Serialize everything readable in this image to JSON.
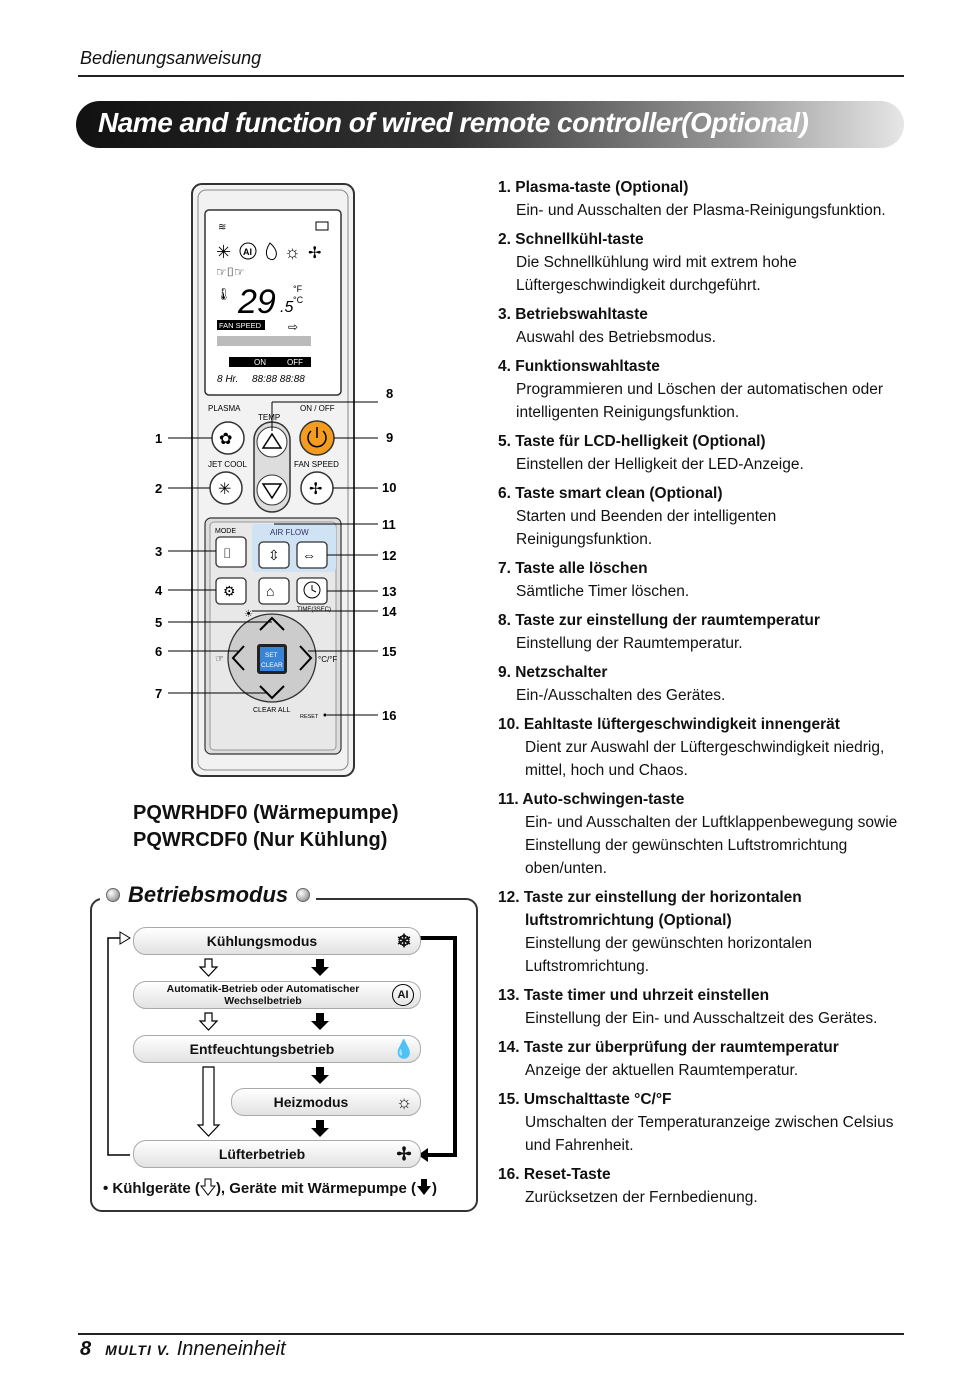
{
  "header": {
    "label": "Bedienungsanweisung"
  },
  "title": "Name and function of wired remote controller(Optional)",
  "remote": {
    "lcd": {
      "temp": "29",
      "temp_decimal": ".5",
      "unit_f": "°F",
      "unit_c": "°C",
      "fan_speed": "FAN SPEED",
      "on": "ON",
      "off": "OFF",
      "timer_text": "8 Hr.",
      "timer_digits": "88:88 88:88"
    },
    "labels": {
      "plasma": "PLASMA",
      "temp": "TEMP",
      "on_off": "ON / OFF",
      "jet_cool": "JET COOL",
      "fan_speed": "FAN SPEED",
      "mode": "MODE",
      "air_flow": "AIR FLOW",
      "time_sec": "TIME(3SEC)",
      "set": "SET",
      "clear": "CLEAR",
      "clear_all": "CLEAR ALL",
      "reset": "RESET"
    },
    "callouts": [
      "1",
      "2",
      "3",
      "4",
      "5",
      "6",
      "7",
      "8",
      "9",
      "10",
      "11",
      "12",
      "13",
      "14",
      "15",
      "16"
    ]
  },
  "models": [
    "PQWRHDF0 (Wärmepumpe)",
    "PQWRCDF0 (Nur Kühlung)"
  ],
  "modes": {
    "title": "Betriebsmodus",
    "items": [
      {
        "label": "Kühlungsmodus",
        "icon": "snowflake-icon"
      },
      {
        "label": "Automatik-Betrieb oder Automatischer Wechselbetrieb",
        "icon": "ai-icon"
      },
      {
        "label": "Entfeuchtungsbetrieb",
        "icon": "droplet-icon"
      },
      {
        "label": "Heizmodus",
        "icon": "sun-icon"
      },
      {
        "label": "Lüfterbetrieb",
        "icon": "fan-icon"
      }
    ],
    "note_prefix": "• Kühlgeräte (",
    "note_mid": "), Geräte mit Wärmepumpe (",
    "note_suffix": ")"
  },
  "functions": [
    {
      "h": "1. Plasma-taste (Optional)",
      "d": "Ein- und Ausschalten der Plasma-Reinigungsfunktion."
    },
    {
      "h": "2. Schnellkühl-taste",
      "d": "Die Schnellkühlung wird mit extrem hohe Lüftergeschwindigkeit durchgeführt."
    },
    {
      "h": "3. Betriebswahltaste",
      "d": "Auswahl des Betriebsmodus."
    },
    {
      "h": "4. Funktionswahltaste",
      "d": "Programmieren und Löschen der automatischen oder intelligenten Reinigungsfunktion."
    },
    {
      "h": "5. Taste für LCD-helligkeit (Optional)",
      "d": "Einstellen der Helligkeit der LED-Anzeige."
    },
    {
      "h": "6. Taste smart clean (Optional)",
      "d": "Starten und Beenden der intelligenten Reinigungsfunktion."
    },
    {
      "h": "7. Taste alle löschen",
      "d": "Sämtliche Timer löschen."
    },
    {
      "h": "8. Taste zur einstellung der raumtemperatur",
      "d": "Einstellung der Raumtemperatur."
    },
    {
      "h": "9. Netzschalter",
      "d": "Ein-/Ausschalten des Gerätes."
    },
    {
      "h": "10. Eahltaste lüftergeschwindigkeit innengerät",
      "d": "Dient zur Auswahl der Lüftergeschwindigkeit niedrig, mittel, hoch und Chaos."
    },
    {
      "h": "11. Auto-schwingen-taste",
      "d": "Ein- und Ausschalten der Luftklappenbewegung sowie Einstellung der gewünschten Luftstromrichtung oben/unten."
    },
    {
      "h": "12. Taste zur einstellung der horizontalen",
      "h2": "luftstromrichtung (Optional)",
      "d": "Einstellung der gewünschten horizontalen Luftstromrichtung."
    },
    {
      "h": "13. Taste timer und uhrzeit einstellen",
      "d": "Einstellung der Ein- und Ausschaltzeit des Gerätes."
    },
    {
      "h": "14. Taste zur überprüfung der raumtemperatur",
      "d": "Anzeige der aktuellen Raumtemperatur."
    },
    {
      "h": "15. Umschalttaste °C/°F",
      "d": "Umschalten der Temperaturanzeige zwischen Celsius und Fahrenheit."
    },
    {
      "h": "16. Reset-Taste",
      "d": "Zurücksetzen der Fernbedienung."
    }
  ],
  "footer": {
    "page": "8",
    "brand": "MULTI V.",
    "text": "Inneneinheit"
  }
}
